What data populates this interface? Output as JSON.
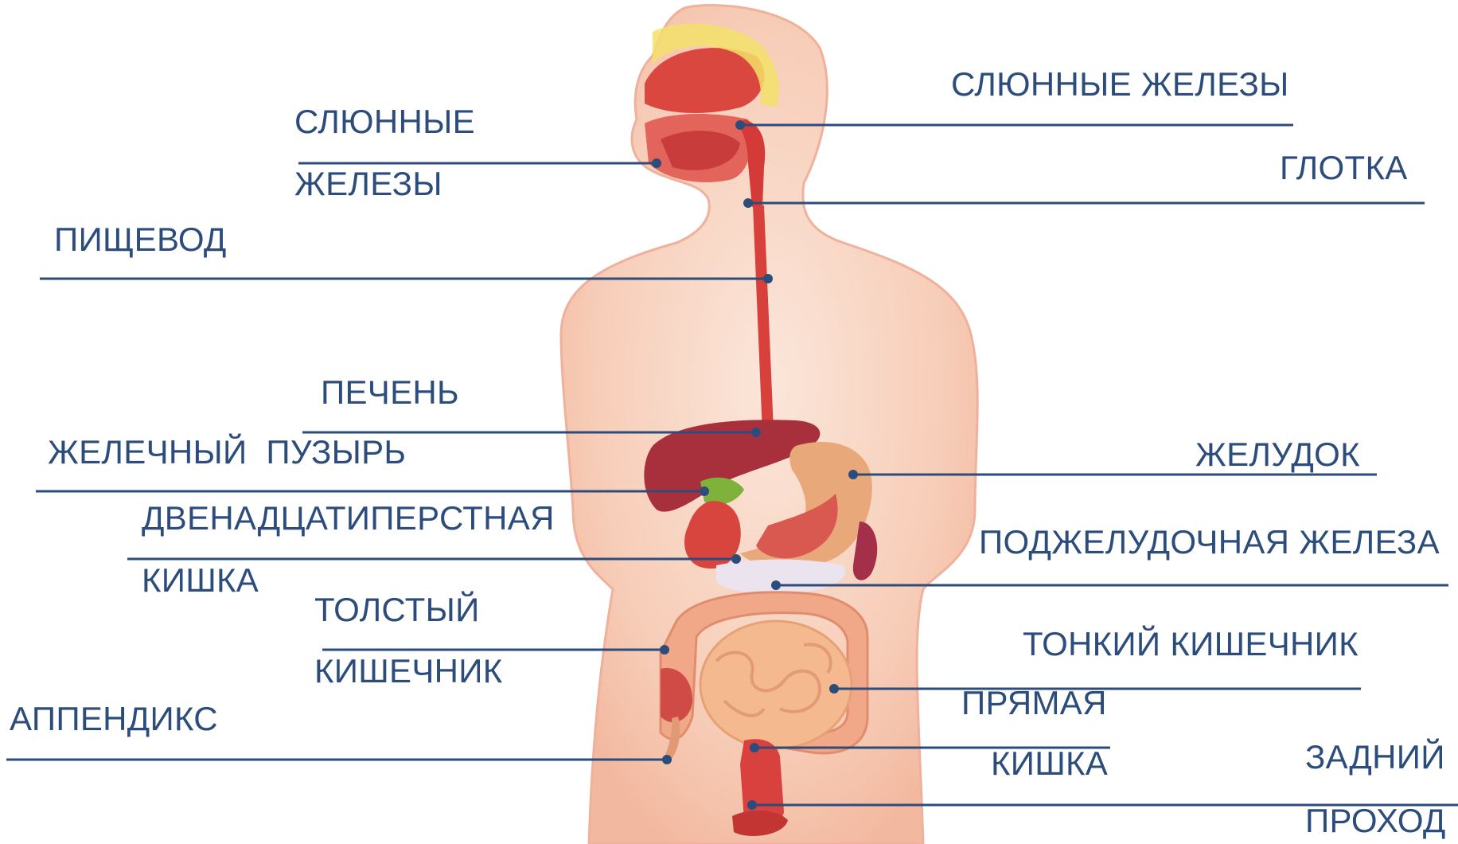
{
  "colors": {
    "label_text": "#2c4d7c",
    "leader_line": "#2c4d7c",
    "skin": "#f8d3c0",
    "organ_red": "#d23b3b",
    "liver": "#a8303c",
    "intestine": "#f2b48c",
    "gallbladder": "#7fb23a"
  },
  "labels": {
    "salivary_left_1": "СЛЮННЫЕ",
    "salivary_left_2": "ЖЕЛЕЗЫ",
    "salivary_right": "СЛЮННЫЕ ЖЕЛЕЗЫ",
    "pharynx": "ГЛОТКА",
    "esophagus": "ПИЩЕВОД",
    "liver": "ПЕЧЕНЬ",
    "gallbladder": "ЖЕЛЕЧНЫЙ  ПУЗЫРЬ",
    "stomach": "ЖЕЛУДОК",
    "duodenum_1": "ДВЕНАДЦАТИПЕРСТНАЯ",
    "duodenum_2": "КИШКА",
    "pancreas": "ПОДЖЕЛУДОЧНАЯ ЖЕЛЕЗА",
    "large_intestine_1": "ТОЛСТЫЙ",
    "large_intestine_2": "КИШЕЧНИК",
    "small_intestine": "ТОНКИЙ КИШЕЧНИК",
    "appendix": "АППЕНДИКС",
    "rectum_1": "ПРЯМАЯ",
    "rectum_2": "КИШКА",
    "anus_1": "ЗАДНИЙ",
    "anus_2": "ПРОХОД"
  }
}
